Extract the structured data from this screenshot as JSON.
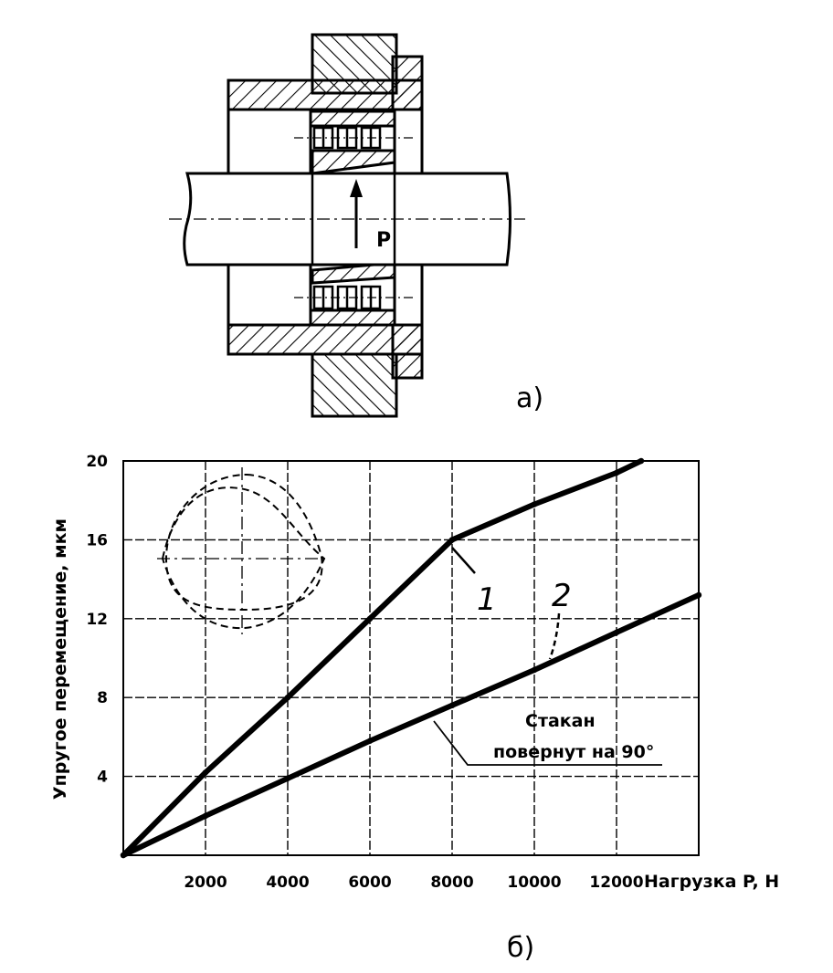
{
  "caption_a": "а)",
  "caption_b": "б)",
  "force_label": "P",
  "chart_data": {
    "type": "line",
    "xlabel": "Нагрузка P, Н",
    "ylabel": "Упругое  перемещение, мкм",
    "xlim": [
      0,
      14000
    ],
    "ylim": [
      0,
      20
    ],
    "x_ticks": [
      "2000",
      "4000",
      "6000",
      "8000",
      "10000",
      "12000"
    ],
    "y_ticks": [
      "4",
      "8",
      "12",
      "16",
      "20"
    ],
    "grid": true,
    "series": [
      {
        "name": "1",
        "x": [
          0,
          2000,
          4000,
          6000,
          8000,
          10000,
          12000,
          12600
        ],
        "y": [
          0,
          4.2,
          8,
          12,
          16,
          17.8,
          19.4,
          20
        ]
      },
      {
        "name": "2",
        "x": [
          0,
          2000,
          4000,
          6000,
          8000,
          10000,
          12000,
          14000
        ],
        "y": [
          0,
          2,
          3.9,
          5.8,
          7.6,
          9.4,
          11.3,
          13.2
        ]
      }
    ],
    "annotations": [
      "Стакан",
      "повернут на 90°"
    ]
  }
}
